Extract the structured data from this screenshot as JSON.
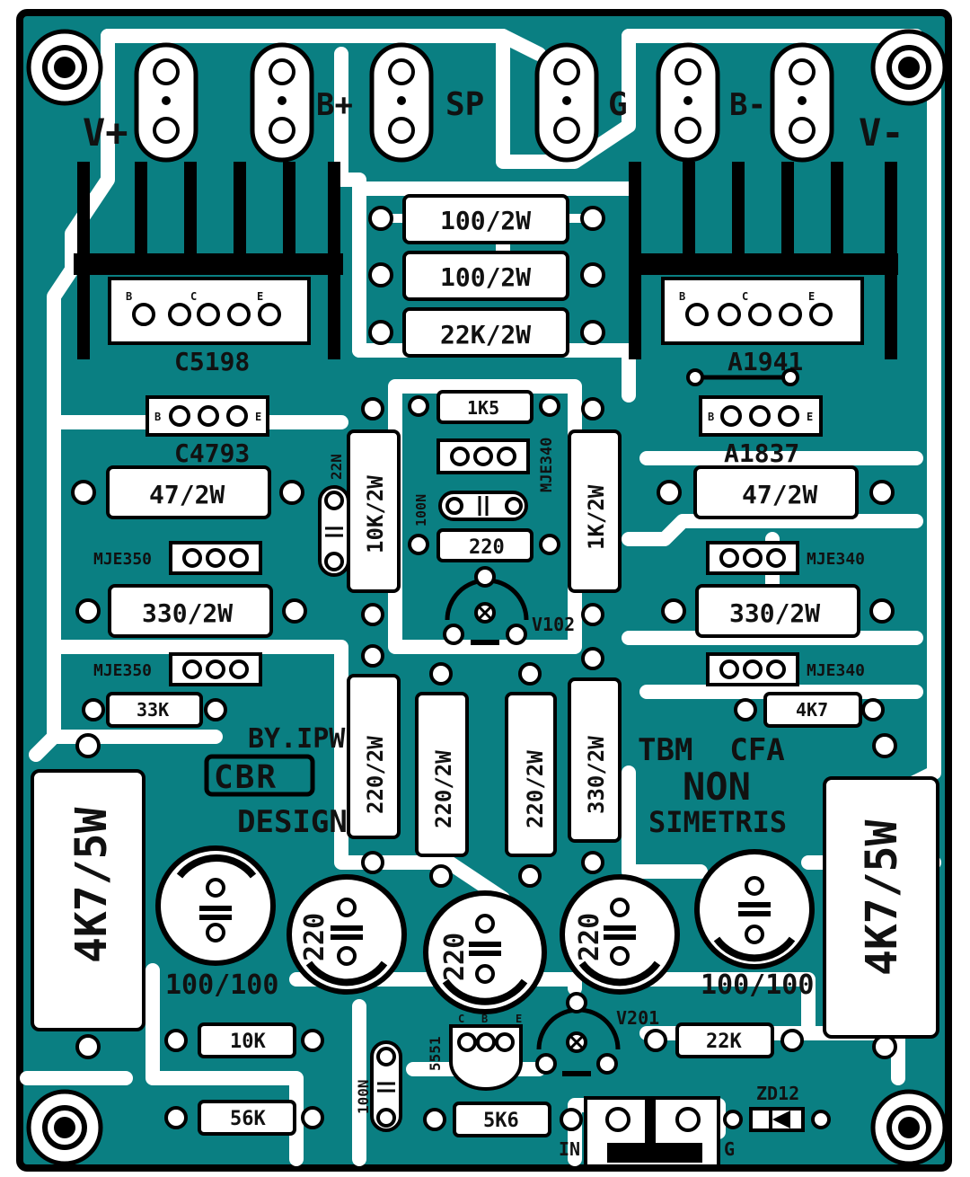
{
  "colors": {
    "board": "#0a7f82",
    "copper_gap": "#ffffff",
    "silk": "#000000",
    "edge": "#000000"
  },
  "connectors": {
    "vplus": "V+",
    "bplus": "B+",
    "sp": "SP",
    "g": "G",
    "bminus": "B-",
    "vminus": "V-"
  },
  "resistors_top": {
    "r1": "100/2W",
    "r2": "100/2W",
    "r3": "22K/2W"
  },
  "transistors": {
    "left_power": "C5198",
    "right_power": "A1941",
    "left_driver": "C4793",
    "right_driver": "A1837",
    "mje350_a": "MJE350",
    "mje350_b": "MJE350",
    "mje340_center": "MJE340",
    "mje340_a": "MJE340",
    "mje340_b": "MJE340",
    "q5551": "5551"
  },
  "pin_letters": {
    "b": "B",
    "c": "C",
    "e": "E"
  },
  "resistors_mid": {
    "left_47": "47/2W",
    "right_47": "47/2W",
    "left_330": "330/2W",
    "right_330": "330/2W",
    "r33k": "33K",
    "r4k7": "4K7",
    "r1k5": "1K5",
    "r220": "220",
    "r10k2w": "10K/2W",
    "r1k2w": "1K/2W",
    "r220_2w_a": "220/2W",
    "r220_2w_b": "220/2W",
    "r220_2w_c": "220/2W",
    "r330_2w": "330/2W"
  },
  "capacitors": {
    "c22n": "22N",
    "c100n_top": "100N",
    "c100n_bot": "100N",
    "elco_left": "100/100",
    "elco_right": "100/100",
    "elco_220_a": "220",
    "elco_220_b": "220",
    "elco_220_c": "220"
  },
  "trimmers": {
    "v102": "V102",
    "v201": "V201"
  },
  "big_resistors": {
    "left": "4K7/5W",
    "right": "4K7/5W"
  },
  "bottom": {
    "r10k": "10K",
    "r56k": "56K",
    "r5k6": "5K6",
    "r22k": "22K",
    "zd": "ZD12",
    "in": "IN",
    "g": "G"
  },
  "credits": {
    "by": "BY.IPW",
    "logo": "CBR",
    "design": "DESIGN"
  },
  "title": {
    "line1": "TBM  CFA",
    "line2": "NON",
    "line3": "SIMETRIS"
  }
}
